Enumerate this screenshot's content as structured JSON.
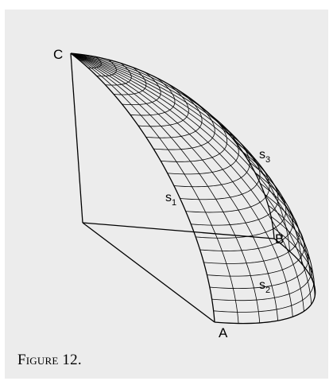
{
  "figure": {
    "caption": "Figure 12.",
    "vertices": {
      "c": "C",
      "b": "B",
      "a": "A"
    },
    "surface_labels": [
      {
        "base": "s",
        "sub": "1"
      },
      {
        "base": "s",
        "sub": "2"
      },
      {
        "base": "s",
        "sub": "3"
      }
    ]
  }
}
